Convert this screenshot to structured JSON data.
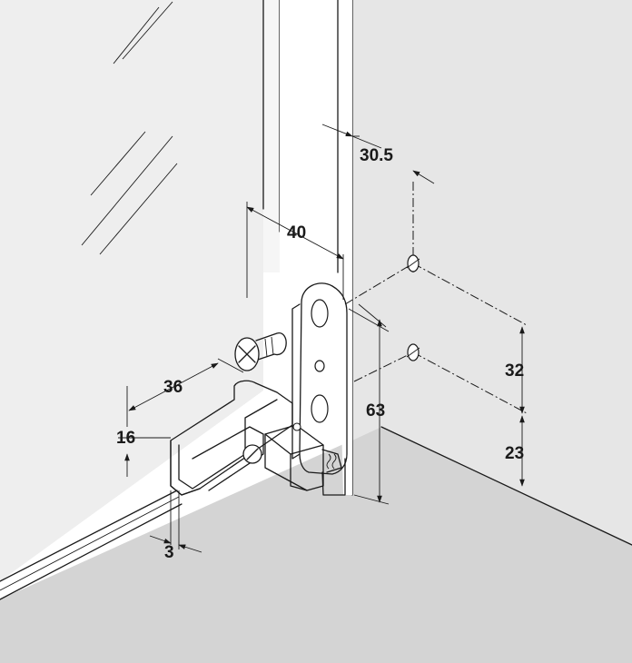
{
  "dimensions": {
    "d30_5": "30.5",
    "d40": "40",
    "d36": "36",
    "d16": "16",
    "d3": "3",
    "d63": "63",
    "d32": "32",
    "d23": "23"
  },
  "colors": {
    "glass": "#eeeeee",
    "wall": "#e6e6e6",
    "floor": "#d4d4d4",
    "metal": "#ffffff",
    "line": "#1a1a1a"
  }
}
